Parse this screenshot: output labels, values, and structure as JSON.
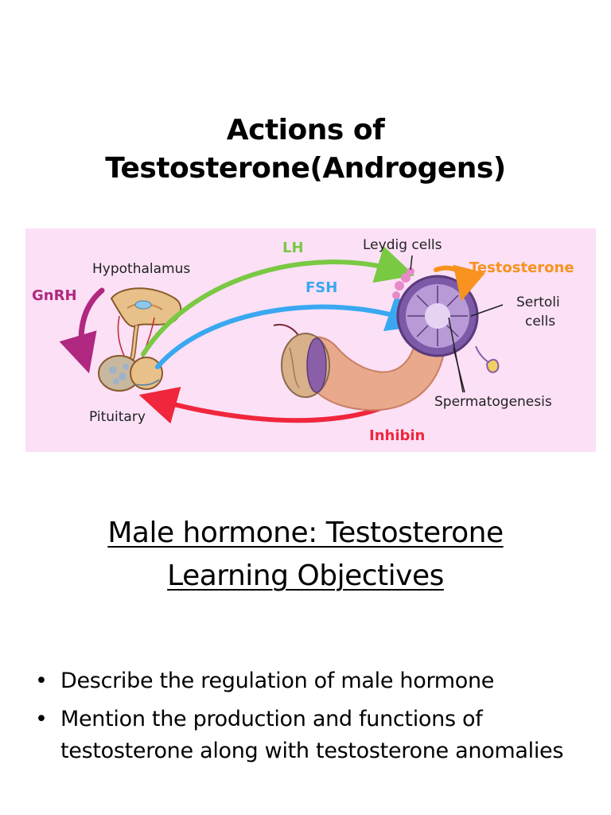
{
  "slide_title": {
    "line1": "Actions of",
    "line2": "Testosterone(Androgens)"
  },
  "figure": {
    "labels": {
      "hypothalamus": "Hypothalamus",
      "gnrh": "GnRH",
      "pituitary": "Pituitary",
      "lh": "LH",
      "fsh": "FSH",
      "leydig_cells": "Leydig cells",
      "testosterone": "Testosterone",
      "sertoli_line1": "Sertoli",
      "sertoli_line2": "cells",
      "spermatogenesis": "Spermatogenesis",
      "inhibin": "Inhibin"
    },
    "colors": {
      "background": "#fbe0f6",
      "gnrh": "#b0287f",
      "lh": "#7ac943",
      "fsh": "#3aa8f0",
      "inhibin": "#f0263c",
      "testosterone": "#f7931e",
      "tubule": "#7d5aa8",
      "testis": "#e9a98c"
    }
  },
  "subtitle": {
    "line1": "Male hormone: Testosterone",
    "line2": "Learning Objectives"
  },
  "objectives": [
    "Describe the regulation of male hormone",
    "Mention the production and functions of testosterone along with testosterone anomalies"
  ]
}
